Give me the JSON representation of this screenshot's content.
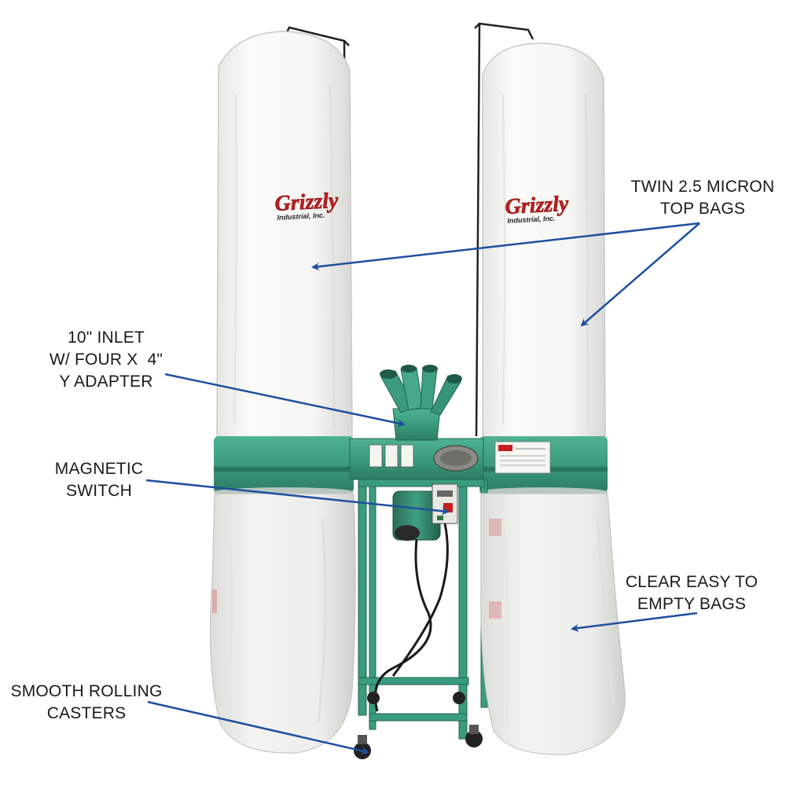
{
  "brand": {
    "name": "Grizzly",
    "subtitle": "Industrial, Inc."
  },
  "callouts": {
    "top_bags": {
      "line1": "TWIN 2.5 MICRON",
      "line2": "TOP BAGS"
    },
    "inlet": {
      "line1": "10\" INLET",
      "line2": "W/ FOUR X  4\"",
      "line3": "Y ADAPTER"
    },
    "switch": {
      "line1": "MAGNETIC",
      "line2": "SWITCH"
    },
    "bottom_bags": {
      "line1": "CLEAR EASY TO",
      "line2": "EMPTY BAGS"
    },
    "casters": {
      "line1": "SMOOTH ROLLING",
      "line2": "CASTERS"
    }
  },
  "colors": {
    "machine_green": "#3a9b7e",
    "arrow_blue": "#1f4f9e",
    "brand_red": "#c41e1e",
    "bag_white": "#f7f7f5"
  },
  "icons": [
    "grizzly-logo",
    "arrow",
    "warning-label",
    "ear-protection-icon",
    "oval-nameplate"
  ]
}
